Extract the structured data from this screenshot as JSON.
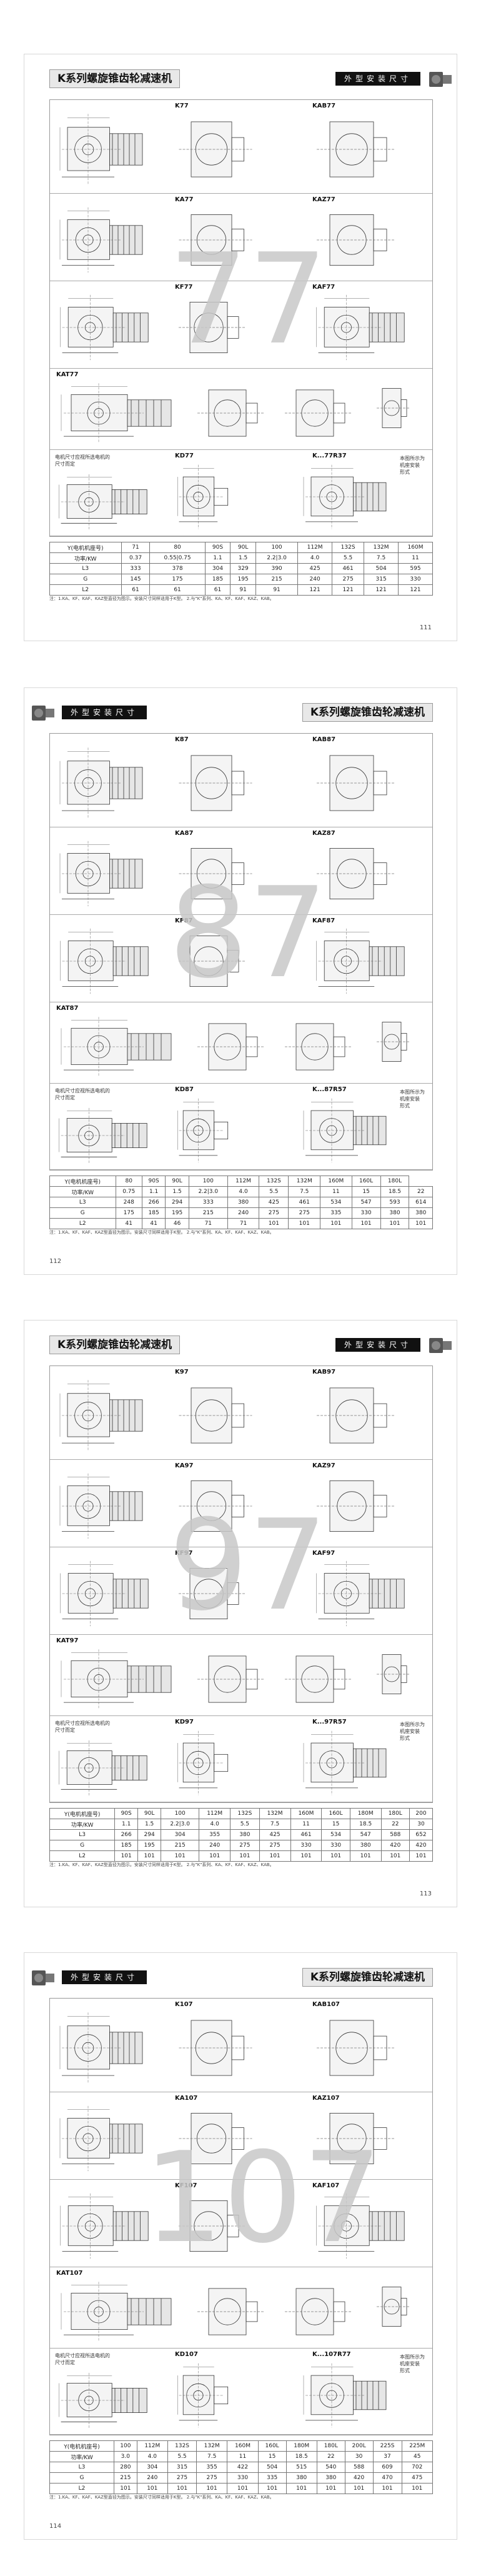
{
  "pages": [
    {
      "title": "K系列螺旋锥齿轮减速机",
      "subtitle": "外型安装尺寸",
      "big_number": "77",
      "models": {
        "a": "K77",
        "b": "KAB77",
        "c": "KA77",
        "d": "KAZ77",
        "e": "KF77",
        "f": "KAF77",
        "g": "KAT77",
        "h": "KD77",
        "i": "K...77R37"
      },
      "motor_note": "电机尺寸应视所选电机的\n尺寸而定",
      "side_note": "本图所示为\n机座安装\n形式",
      "table": {
        "header": [
          "Y(电机机座号)",
          "71",
          "80",
          "90S",
          "90L",
          "100",
          "112M",
          "132S",
          "132M",
          "160M"
        ],
        "rows": [
          [
            "功率/KW",
            "0.37",
            "0.55|0.75",
            "1.1",
            "1.5",
            "2.2|3.0",
            "4.0",
            "5.5",
            "7.5",
            "11"
          ],
          [
            "L3",
            "333",
            "378",
            "304",
            "329",
            "390",
            "425",
            "461",
            "504",
            "595"
          ],
          [
            "G",
            "145",
            "175",
            "185",
            "195",
            "215",
            "240",
            "275",
            "315",
            "330"
          ],
          [
            "L2",
            "61",
            "61",
            "61",
            "91",
            "91",
            "121",
            "121",
            "121",
            "121"
          ]
        ]
      },
      "footnote": "注：1.KA、KF、KAF、KAZ型直径为图示。安装尺寸同样适用于K型。 2.与\"K\"系列、KA、KF、KAF、KAZ、KAB。",
      "page_number": "111"
    },
    {
      "title": "K系列螺旋锥齿轮减速机",
      "subtitle": "外型安装尺寸",
      "big_number": "87",
      "models": {
        "a": "K87",
        "b": "KAB87",
        "c": "KA87",
        "d": "KAZ87",
        "e": "KF87",
        "f": "KAF87",
        "g": "KAT87",
        "h": "KD87",
        "i": "K...87R57"
      },
      "motor_note": "电机尺寸应视所选电机的\n尺寸而定",
      "side_note": "本图所示为\n机座安装\n形式",
      "table": {
        "header": [
          "Y(电机机座号)",
          "80",
          "90S",
          "90L",
          "100",
          "112M",
          "132S",
          "132M",
          "160M",
          "160L",
          "180L"
        ],
        "rows": [
          [
            "功率/KW",
            "0.75",
            "1.1",
            "1.5",
            "2.2|3.0",
            "4.0",
            "5.5",
            "7.5",
            "11",
            "15",
            "18.5",
            "22"
          ],
          [
            "L3",
            "248",
            "266",
            "294",
            "333",
            "380",
            "425",
            "461",
            "534",
            "547",
            "593",
            "614"
          ],
          [
            "G",
            "175",
            "185",
            "195",
            "215",
            "240",
            "275",
            "275",
            "335",
            "330",
            "380",
            "380"
          ],
          [
            "L2",
            "41",
            "41",
            "46",
            "71",
            "71",
            "101",
            "101",
            "101",
            "101",
            "101",
            "101"
          ]
        ]
      },
      "footnote": "注：1.KA、KF、KAF、KAZ型直径为图示。安装尺寸同样适用于K型。 2.与\"K\"系列、KA、KF、KAF、KAZ、KAB。",
      "page_number": "112"
    },
    {
      "title": "K系列螺旋锥齿轮减速机",
      "subtitle": "外型安装尺寸",
      "big_number": "97",
      "models": {
        "a": "K97",
        "b": "KAB97",
        "c": "KA97",
        "d": "KAZ97",
        "e": "KF97",
        "f": "KAF97",
        "g": "KAT97",
        "h": "KD97",
        "i": "K...97R57"
      },
      "motor_note": "电机尺寸应视所选电机的\n尺寸而定",
      "side_note": "本图所示为\n机座安装\n形式",
      "table": {
        "header": [
          "Y(电机机座号)",
          "90S",
          "90L",
          "100",
          "112M",
          "132S",
          "132M",
          "160M",
          "160L",
          "180M",
          "180L",
          "200"
        ],
        "rows": [
          [
            "功率/KW",
            "1.1",
            "1.5",
            "2.2|3.0",
            "4.0",
            "5.5",
            "7.5",
            "11",
            "15",
            "18.5",
            "22",
            "30"
          ],
          [
            "L3",
            "266",
            "294",
            "304",
            "355",
            "380",
            "425",
            "461",
            "534",
            "547",
            "588",
            "652"
          ],
          [
            "G",
            "185",
            "195",
            "215",
            "240",
            "275",
            "275",
            "330",
            "330",
            "380",
            "420",
            "420"
          ],
          [
            "L2",
            "101",
            "101",
            "101",
            "101",
            "101",
            "101",
            "101",
            "101",
            "101",
            "101",
            "101"
          ]
        ]
      },
      "footnote": "注：1.KA、KF、KAF、KAZ型直径为图示。安装尺寸同样适用于K型。 2.与\"K\"系列、KA、KF、KAF、KAZ、KAB。",
      "page_number": "113"
    },
    {
      "title": "K系列螺旋锥齿轮减速机",
      "subtitle": "外型安装尺寸",
      "big_number": "107",
      "models": {
        "a": "K107",
        "b": "KAB107",
        "c": "KA107",
        "d": "KAZ107",
        "e": "KF107",
        "f": "KAF107",
        "g": "KAT107",
        "h": "KD107",
        "i": "K...107R77"
      },
      "motor_note": "电机尺寸应视所选电机的\n尺寸而定",
      "side_note": "本图所示为\n机座安装\n形式",
      "table": {
        "header": [
          "Y(电机机座号)",
          "100",
          "112M",
          "132S",
          "132M",
          "160M",
          "160L",
          "180M",
          "180L",
          "200L",
          "225S",
          "225M"
        ],
        "rows": [
          [
            "功率/KW",
            "3.0",
            "4.0",
            "5.5",
            "7.5",
            "11",
            "15",
            "18.5",
            "22",
            "30",
            "37",
            "45"
          ],
          [
            "L3",
            "280",
            "304",
            "315",
            "355",
            "422",
            "504",
            "515",
            "540",
            "588",
            "609",
            "702"
          ],
          [
            "G",
            "215",
            "240",
            "275",
            "275",
            "330",
            "335",
            "380",
            "380",
            "420",
            "470",
            "475"
          ],
          [
            "L2",
            "101",
            "101",
            "101",
            "101",
            "101",
            "101",
            "101",
            "101",
            "101",
            "101",
            "101"
          ]
        ]
      },
      "footnote": "注：1.KA、KF、KAF、KAZ型直径为图示。安装尺寸同样适用于K型。 2.与\"K\"系列、KA、KF、KAF、KAZ、KAB。",
      "page_number": "114"
    }
  ]
}
